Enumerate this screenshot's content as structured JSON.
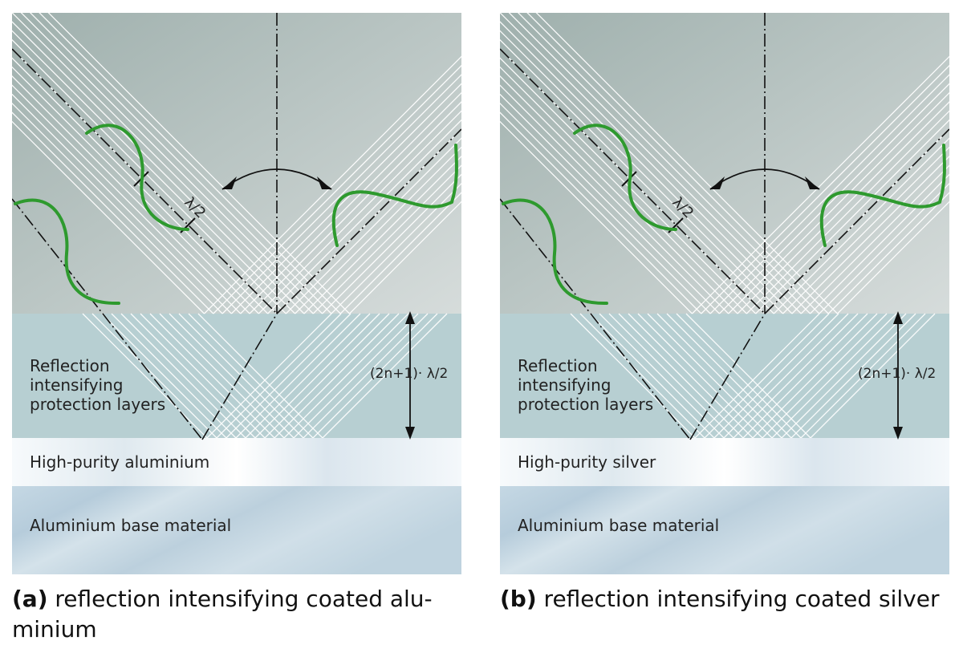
{
  "panel_a": {
    "wavelength_label": "λ/2",
    "thickness_label": "(2n+1)· λ/2",
    "layer_protection": "Reflection\nintensifying\nprotection layers",
    "layer_pure_metal": "High-purity aluminium",
    "layer_base": "Aluminium base material",
    "caption_letter": "(a)",
    "caption_text": "reflection intensifying coated alu-\nminium"
  },
  "panel_b": {
    "wavelength_label": "λ/2",
    "thickness_label": "(2n+1)· λ/2",
    "layer_protection": "Reflection\nintensifying\nprotection layers",
    "layer_pure_metal": "High-purity silver",
    "layer_base": "Aluminium base material",
    "caption_letter": "(b)",
    "caption_text": "reflection intensifying coated silver"
  },
  "colors": {
    "wave": "#2e9a2e",
    "protection_layer": "#b7cfd2",
    "pure_metal_layer": "#eaf1f5",
    "base_layer": "#c2d6e2",
    "sky_top": "#9fb0ad",
    "sky_bottom": "#d6dcdb"
  }
}
